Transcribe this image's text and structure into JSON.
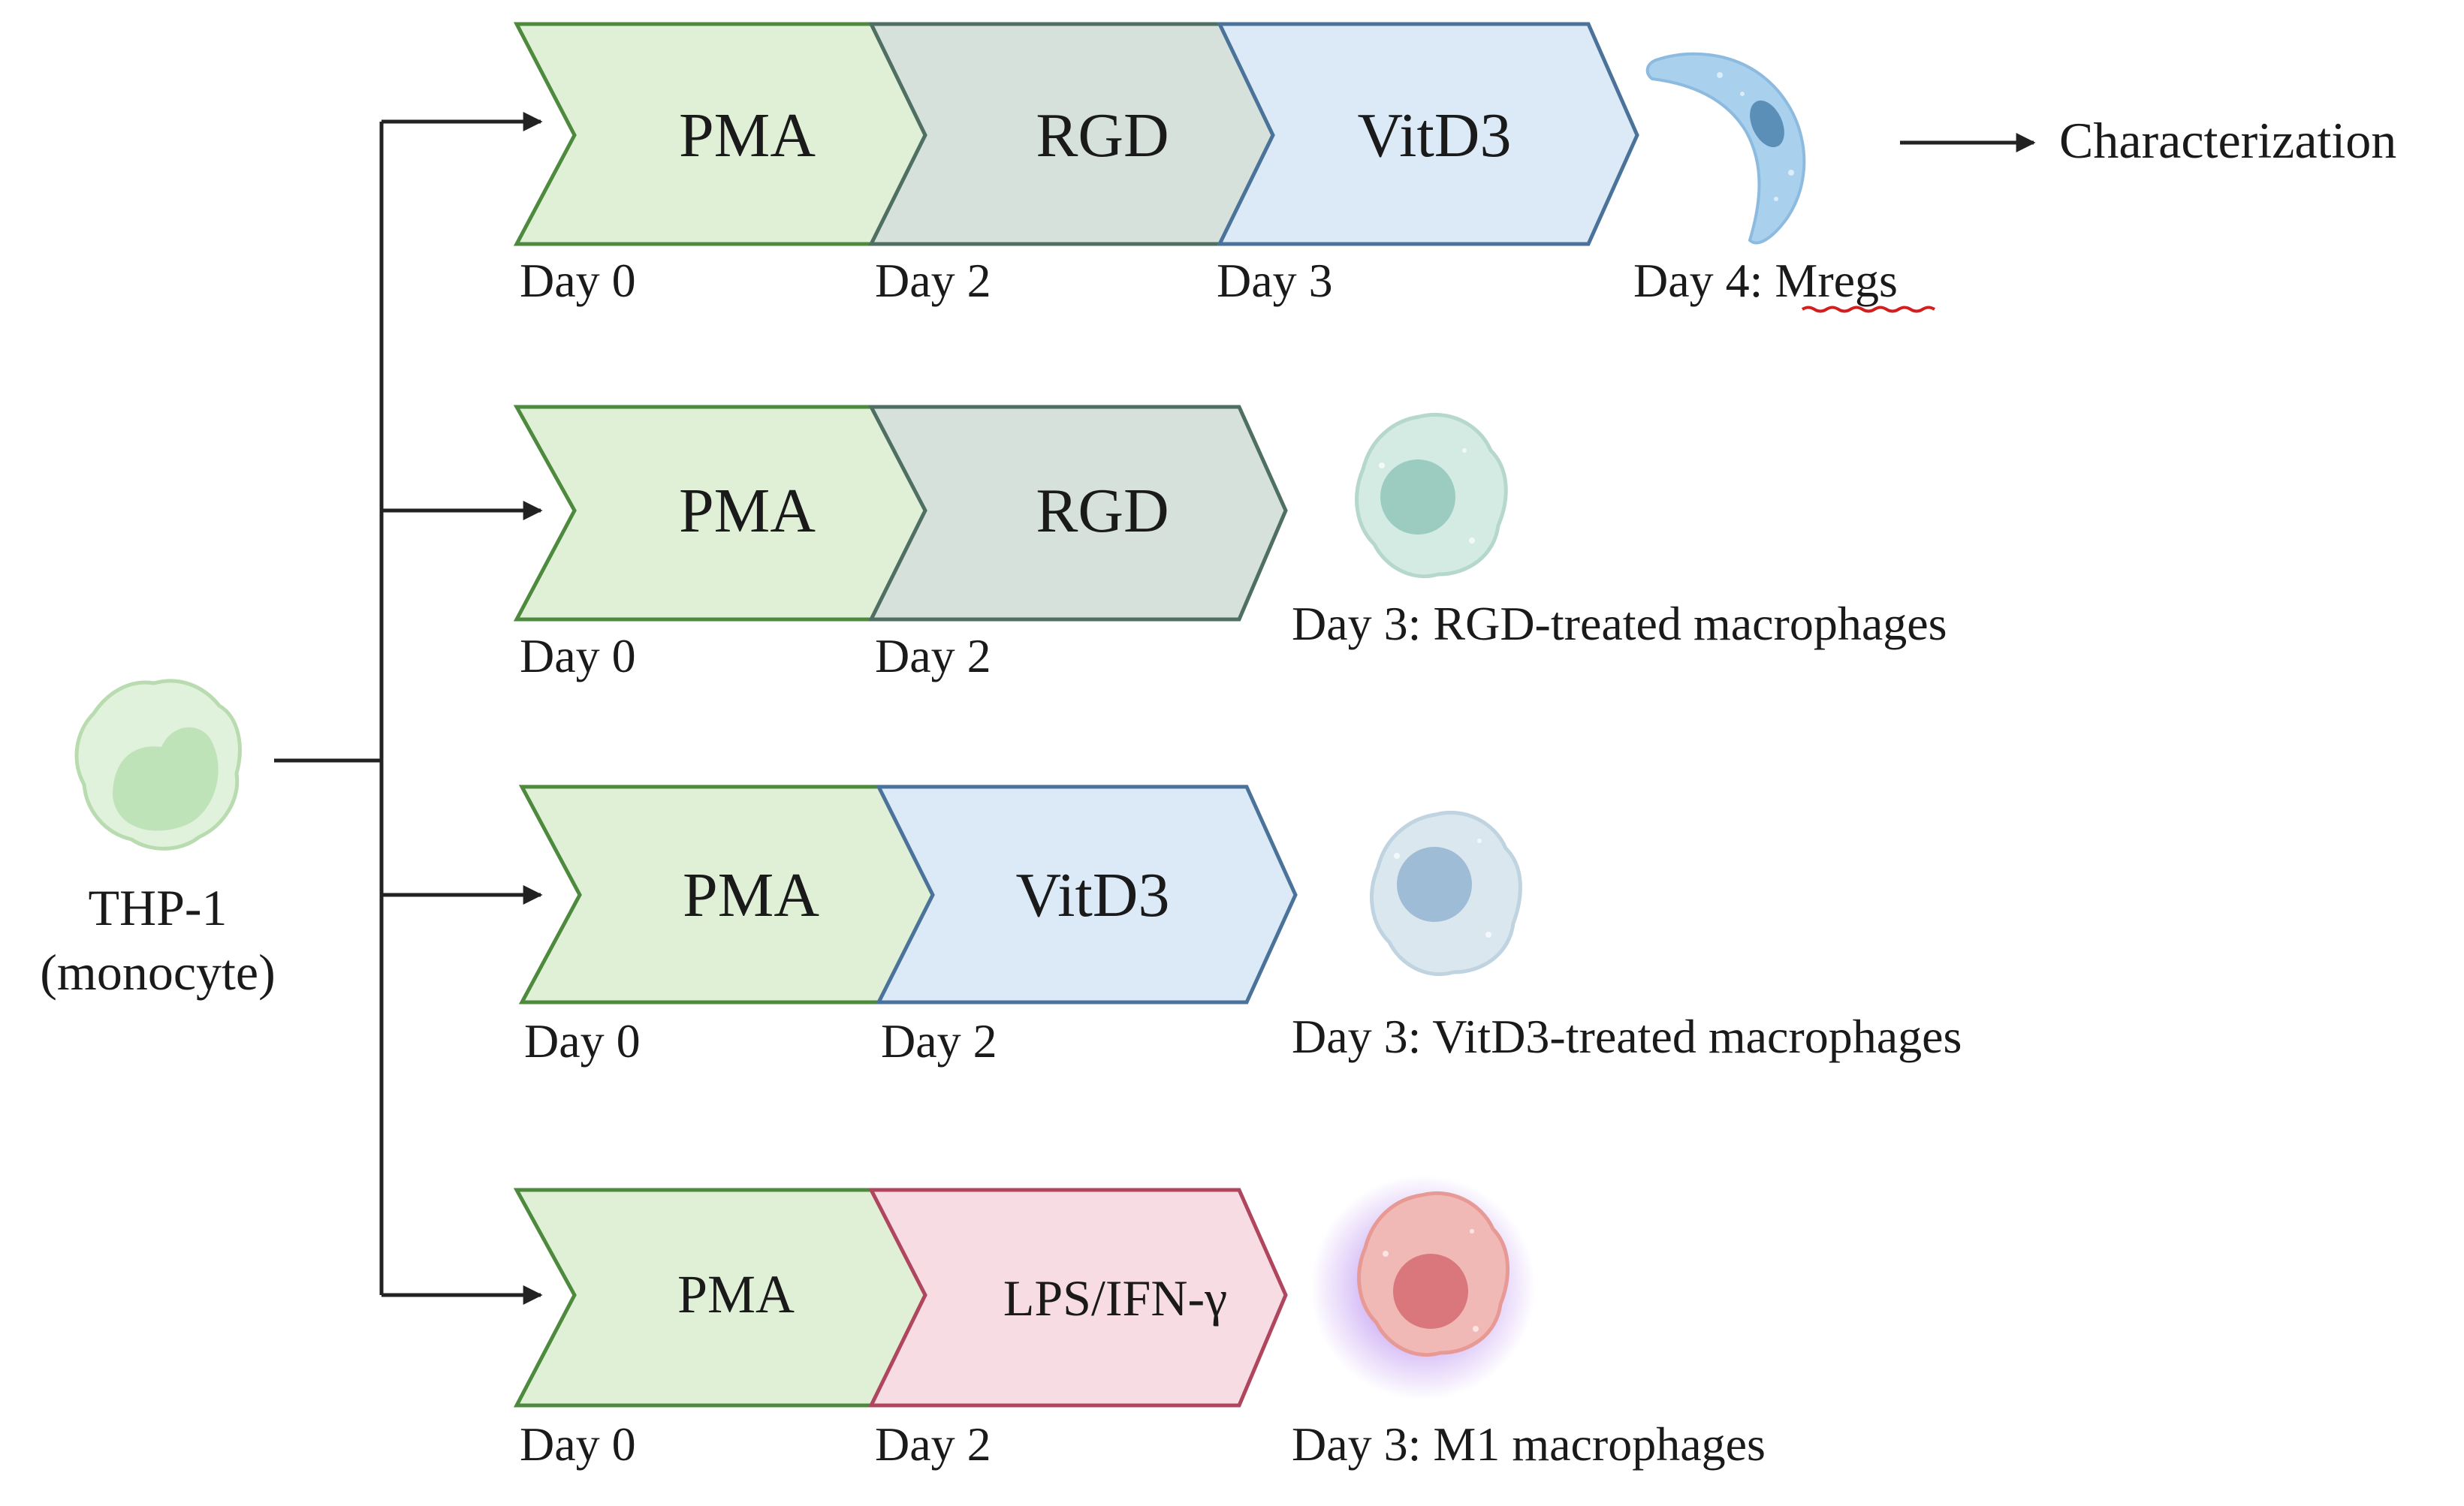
{
  "source": {
    "label_line1": "THP-1",
    "label_line2": "(monocyte)"
  },
  "colors": {
    "pma_fill": "#dff0d6",
    "pma_stroke": "#4e8a3e",
    "rgd_fill": "#d6e1dc",
    "rgd_stroke": "#4f6f62",
    "vitd3_fill": "#dceaf8",
    "vitd3_stroke": "#4b739a",
    "lps_fill": "#f7dce3",
    "lps_stroke": "#b0455e",
    "line": "#222222",
    "underline": "#d11f1f"
  },
  "rows": [
    {
      "steps": [
        {
          "label": "PMA",
          "day": "Day 0",
          "kind": "pma"
        },
        {
          "label": "RGD",
          "day": "Day 2",
          "kind": "rgd"
        },
        {
          "label": "VitD3",
          "day": "Day 3",
          "kind": "vitd3"
        }
      ],
      "outcome_prefix": "Day 4: ",
      "outcome_name": "Mregs",
      "next": "Characterization",
      "cell": "mreg-cell-icon"
    },
    {
      "steps": [
        {
          "label": "PMA",
          "day": "Day 0",
          "kind": "pma"
        },
        {
          "label": "RGD",
          "day": "Day 2",
          "kind": "rgd"
        }
      ],
      "outcome": "Day 3: RGD-treated macrophages",
      "cell": "rgd-macrophage-icon"
    },
    {
      "steps": [
        {
          "label": "PMA",
          "day": "Day 0",
          "kind": "pma"
        },
        {
          "label": "VitD3",
          "day": "Day 2",
          "kind": "vitd3"
        }
      ],
      "outcome": "Day 3: VitD3-treated macrophages",
      "cell": "vitd3-macrophage-icon"
    },
    {
      "steps": [
        {
          "label": "PMA",
          "day": "Day 0",
          "kind": "pma"
        },
        {
          "label": "LPS/IFN-γ",
          "day": "Day 2",
          "kind": "lps"
        }
      ],
      "outcome": "Day 3: M1 macrophages",
      "cell": "m1-macrophage-icon"
    }
  ]
}
